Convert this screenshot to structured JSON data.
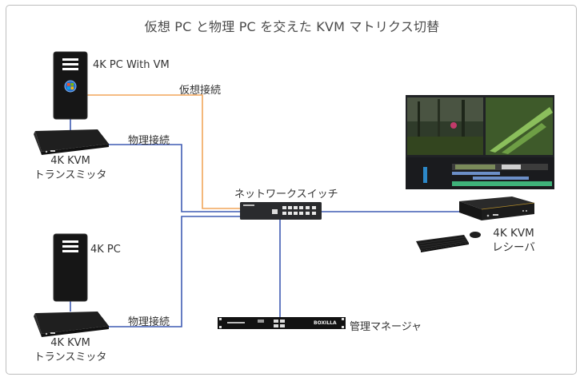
{
  "title": "仮想 PC と物理 PC を交えた KVM マトリクス切替",
  "nodes": {
    "pc_vm": {
      "label": "4K PC With VM",
      "icon": "tower-pc-with-windows-icon"
    },
    "transmitter_1": {
      "label_line1": "4K KVM",
      "label_line2": "トランスミッタ",
      "icon": "kvm-transmitter-icon"
    },
    "pc_physical": {
      "label": "4K PC",
      "icon": "tower-pc-icon"
    },
    "transmitter_2": {
      "label_line1": "4K KVM",
      "label_line2": "トランスミッタ",
      "icon": "kvm-transmitter-icon"
    },
    "network_switch": {
      "label": "ネットワークスイッチ",
      "icon": "network-switch-icon"
    },
    "manager": {
      "label": "管理マネージャ",
      "icon": "rack-manager-icon",
      "brand_text": "BOXILLA"
    },
    "receiver": {
      "label_line1": "4K KVM",
      "label_line2": "レシーバ",
      "icon": "kvm-receiver-icon"
    },
    "monitor": {
      "icon": "video-editor-screen-icon"
    },
    "keyboard_mouse": {
      "icon": "keyboard-mouse-icon"
    }
  },
  "connections": {
    "virtual_label": "仮想接続",
    "physical_label_1": "物理接続",
    "physical_label_2": "物理接続",
    "virtual_color": "#f2a65a",
    "physical_color": "#3f5bb3"
  }
}
